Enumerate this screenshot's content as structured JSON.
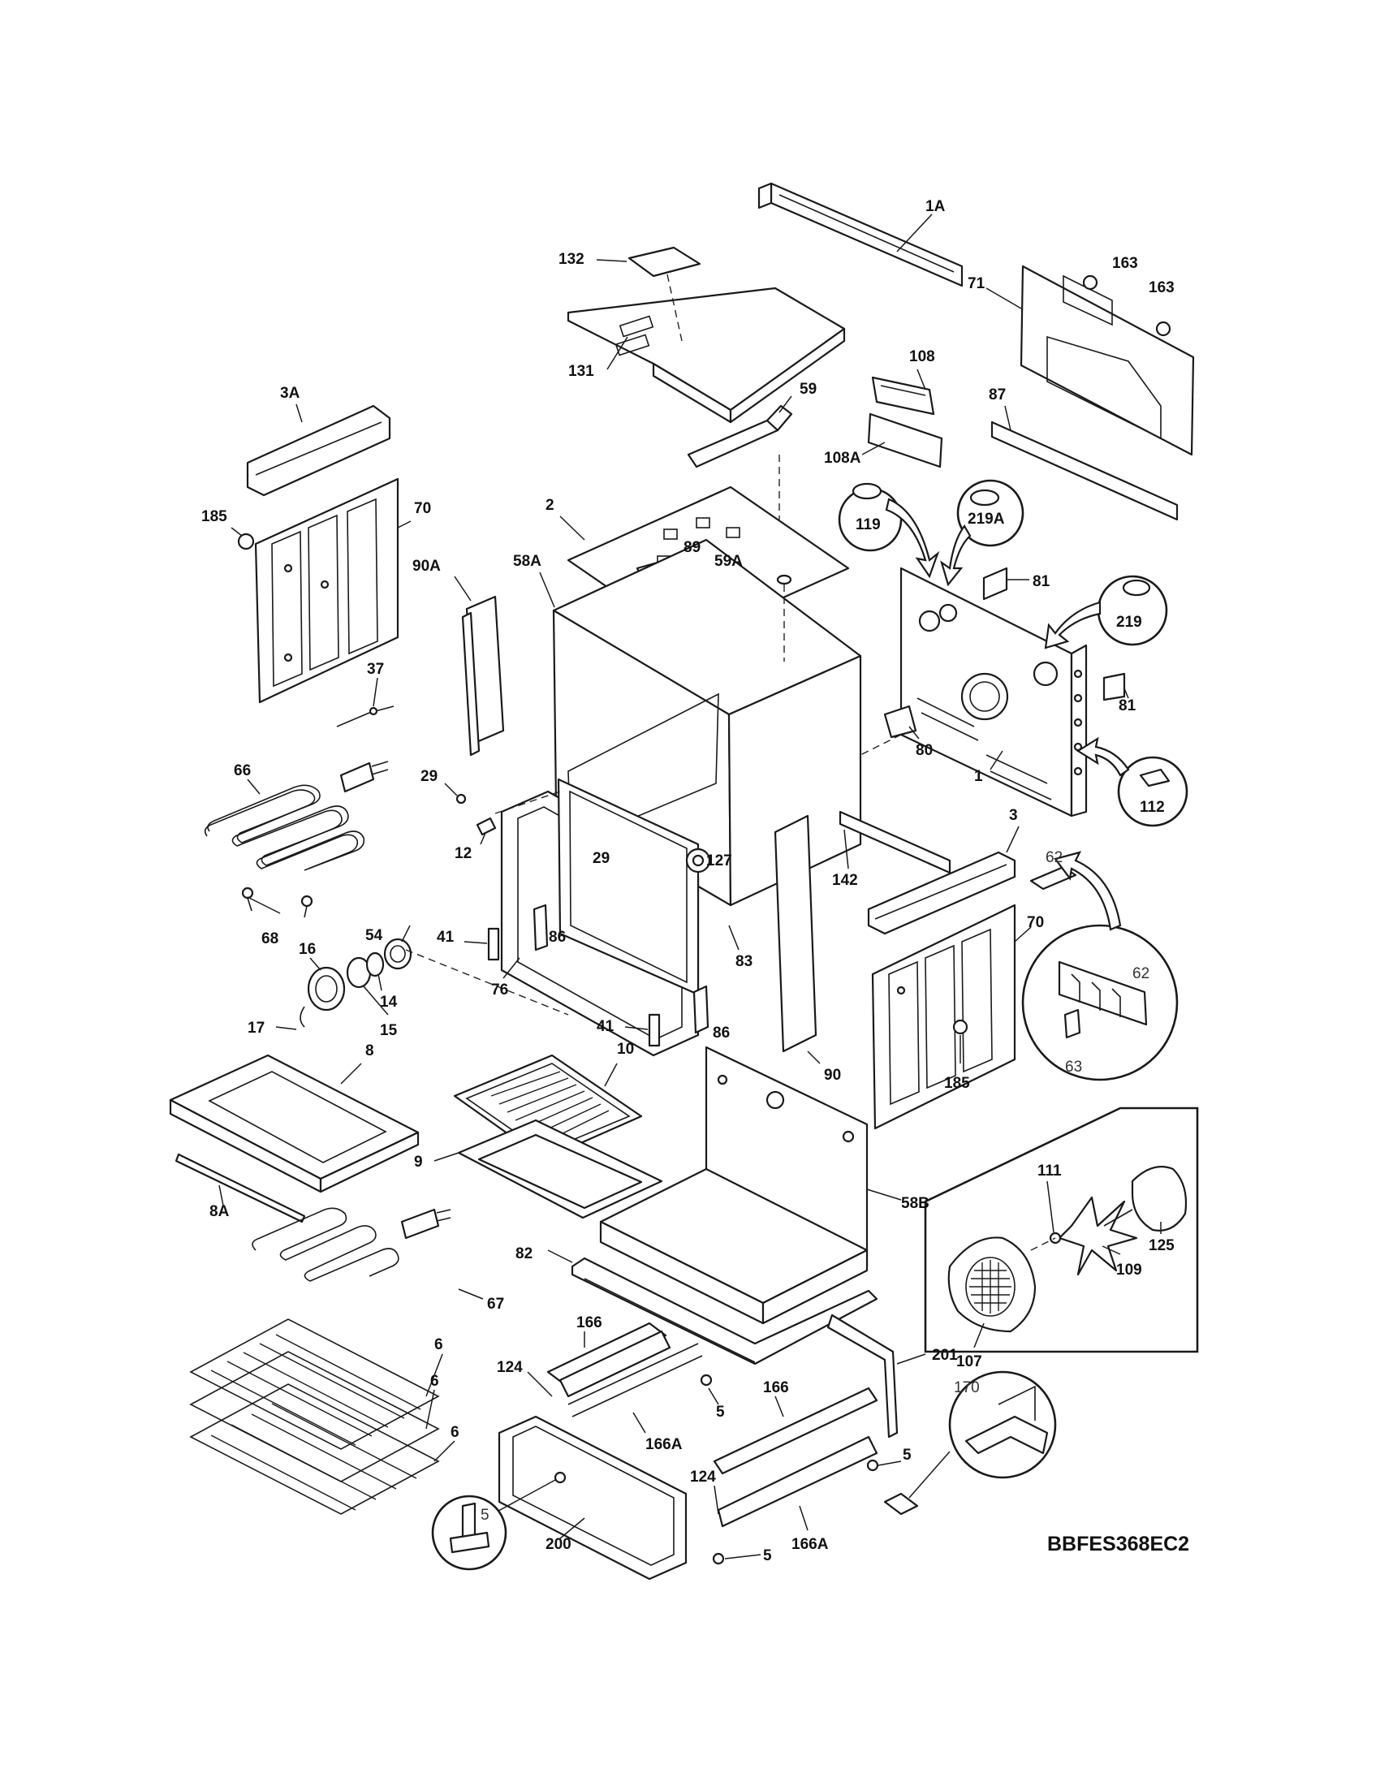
{
  "diagram": {
    "model_code": "BBFES368EC2",
    "callouts": {
      "c1A": "1A",
      "c163a": "163",
      "c163b": "163",
      "c132": "132",
      "c71": "71",
      "c108": "108",
      "c131": "131",
      "c59": "59",
      "c87": "87",
      "c3A": "3A",
      "c108A": "108A",
      "c119": "119",
      "c219A": "219A",
      "c185a": "185",
      "c70a": "70",
      "c2": "2",
      "c89": "89",
      "c81a": "81",
      "c90A": "90A",
      "c58A": "58A",
      "c59A": "59A",
      "c219": "219",
      "c37": "37",
      "c81b": "81",
      "c80": "80",
      "c1": "1",
      "c112": "112",
      "c66": "66",
      "c29a": "29",
      "c12": "12",
      "c3": "3",
      "c62a": "62",
      "c29b": "29",
      "c127": "127",
      "c142": "142",
      "c41a": "41",
      "c86a": "86",
      "c70b": "70",
      "c54": "54",
      "c68": "68",
      "c76": "76",
      "c83": "83",
      "c62b": "62",
      "c16": "16",
      "c14": "14",
      "c17": "17",
      "c15": "15",
      "c41b": "41",
      "c86b": "86",
      "c63": "63",
      "c8": "8",
      "c10": "10",
      "c90": "90",
      "c185b": "185",
      "c9": "9",
      "c111": "111",
      "c8A": "8A",
      "c58B": "58B",
      "c125": "125",
      "c82": "82",
      "c109": "109",
      "c67": "67",
      "c107": "107",
      "c166a": "166",
      "c201": "201",
      "c6a": "6",
      "c124a": "124",
      "c5a": "5",
      "c166b": "166",
      "c6b": "6",
      "c166Aa": "166A",
      "c170": "170",
      "c6c": "6",
      "c5b": "5",
      "c124b": "124",
      "c5c": "5",
      "c200": "200",
      "c166Ab": "166A",
      "c5d": "5"
    }
  }
}
